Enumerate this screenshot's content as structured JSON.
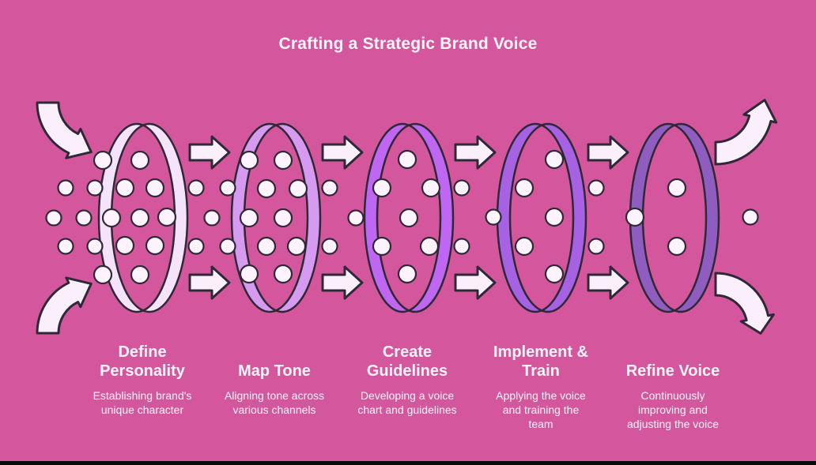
{
  "title": "Crafting a Strategic Brand Voice",
  "steps": [
    {
      "title_lines": [
        "Define",
        "Personality"
      ],
      "subtitle_lines": [
        "Establishing brand's",
        "unique character"
      ]
    },
    {
      "title_lines": [
        "Map Tone"
      ],
      "subtitle_lines": [
        "Aligning tone across",
        "various channels"
      ]
    },
    {
      "title_lines": [
        "Create",
        "Guidelines"
      ],
      "subtitle_lines": [
        "Developing a voice",
        "chart and guidelines"
      ]
    },
    {
      "title_lines": [
        "Implement &",
        "Train"
      ],
      "subtitle_lines": [
        "Applying the voice",
        "and training the",
        "team"
      ]
    },
    {
      "title_lines": [
        "Refine Voice"
      ],
      "subtitle_lines": [
        "Continuously",
        "improving and",
        "adjusting the voice"
      ]
    }
  ],
  "colors": {
    "background": "#d4569d",
    "outline": "#2f2937",
    "title_text": "#fdf5fb",
    "step_text": "#fdf5fb",
    "ring_fills": [
      "#f4e3fa",
      "#d69af0",
      "#bf67f3",
      "#a762e4",
      "#8f5dc0"
    ],
    "dot_fill": "#fdf3fd",
    "arrow_fill": "#fbeffb",
    "bottom_bar": "#0a0a0a"
  }
}
